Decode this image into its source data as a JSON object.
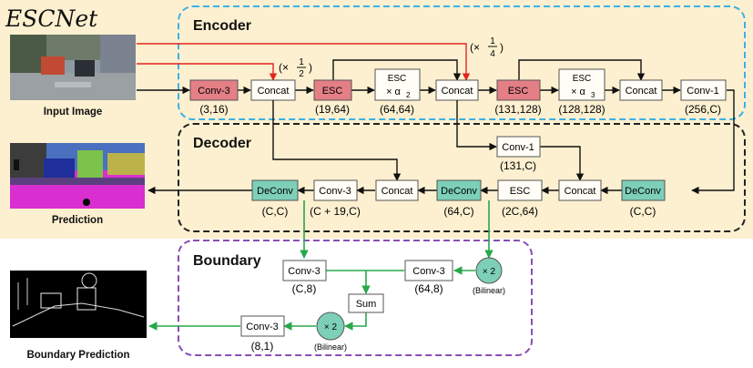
{
  "title": "ESCNet",
  "sections": {
    "encoder": "Encoder",
    "decoder": "Decoder",
    "boundary": "Boundary"
  },
  "images": {
    "input": "Input Image",
    "prediction": "Prediction",
    "boundary_prediction": "Boundary Prediction"
  },
  "colors": {
    "background": "#fdf0d0",
    "esc_block": "#e47f86",
    "deconv_block": "#7dcfb8",
    "plain_block": "#fffdf6",
    "encoder_border": "#39b1e6",
    "decoder_border": "#222222",
    "boundary_border": "#8a4db5",
    "red_arrow": "#e2241f",
    "green_arrow": "#28a84a"
  },
  "encoder": {
    "conv3": "Conv-3",
    "conv3_dims": "(3,16)",
    "concat1": "Concat",
    "scale_half": "(×",
    "half_num": "1",
    "half_den": "2",
    "esc1": "ESC",
    "esc1_dims": "(19,64)",
    "esc_a2_top": "ESC",
    "esc_a2_bottom": "× α",
    "esc_a2_sub": "2",
    "esc_a2_dims": "(64,64)",
    "concat2": "Concat",
    "scale_quarter": "(×",
    "quarter_num": "1",
    "quarter_den": "4",
    "esc2": "ESC",
    "esc2_dims": "(131,128)",
    "esc_a3_top": "ESC",
    "esc_a3_bottom": "× α",
    "esc_a3_sub": "3",
    "esc_a3_dims": "(128,128)",
    "concat3": "Concat",
    "conv1": "Conv-1",
    "conv1_dims": "(256,C)"
  },
  "decoder": {
    "conv1": "Conv-1",
    "conv1_dims": "(131,C)",
    "deconv1": "DeConv",
    "deconv1_dims": "(C,C)",
    "concat_a": "Concat",
    "esc": "ESC",
    "esc_dims": "(2C,64)",
    "deconv2": "DeConv",
    "deconv2_dims": "(64,C)",
    "concat_b": "Concat",
    "conv3": "Conv-3",
    "conv3_dims": "(C + 19,C)",
    "deconv3": "DeConv",
    "deconv3_dims": "(C,C)"
  },
  "boundary": {
    "conv3_a": "Conv-3",
    "conv3_a_dims": "(C,8)",
    "conv3_b": "Conv-3",
    "conv3_b_dims": "(64,8)",
    "up1": "× 2",
    "up1_label": "(Bilinear)",
    "sum": "Sum",
    "up2": "× 2",
    "up2_label": "(Bilinear)",
    "conv3_c": "Conv-3",
    "conv3_c_dims": "(8,1)"
  }
}
